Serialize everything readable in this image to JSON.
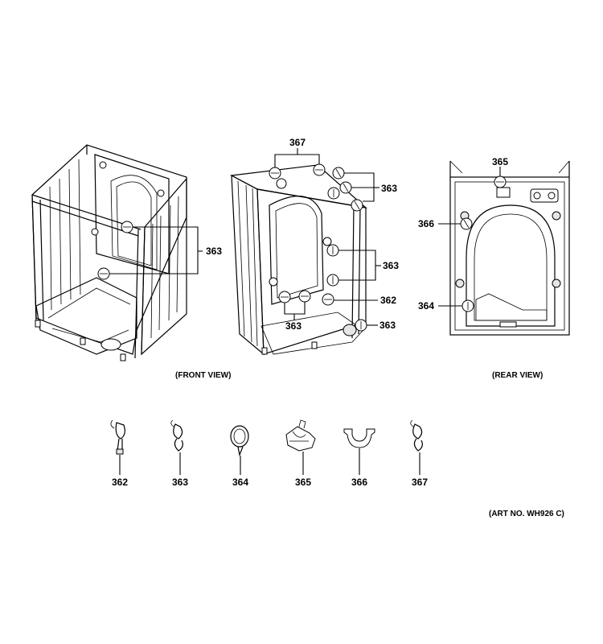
{
  "views": {
    "front_label": "(FRONT VIEW)",
    "rear_label": "(REAR VIEW)"
  },
  "callouts": {
    "front_363": "363",
    "middle_367": "367",
    "middle_363_top": "363",
    "middle_363_mid": "363",
    "middle_362": "362",
    "middle_363_bottom_left": "363",
    "middle_363_bottom_right": "363",
    "rear_365": "365",
    "rear_366": "366",
    "rear_364": "364"
  },
  "parts": [
    {
      "number": "362",
      "icon": "hose-clamp-icon"
    },
    {
      "number": "363",
      "icon": "wire-clip-icon"
    },
    {
      "number": "364",
      "icon": "ring-clamp-icon"
    },
    {
      "number": "365",
      "icon": "cable-holder-icon"
    },
    {
      "number": "366",
      "icon": "pipe-clamp-icon"
    },
    {
      "number": "367",
      "icon": "wire-clip-icon"
    }
  ],
  "art_number": "(ART NO. WH926 C)"
}
